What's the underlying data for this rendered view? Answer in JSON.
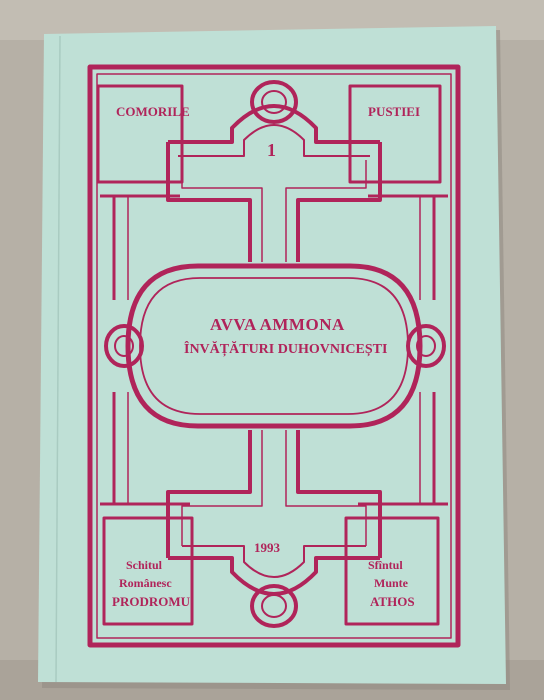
{
  "cover": {
    "series_left": "COMORILE",
    "series_right": "PUSTIEI",
    "volume": "1",
    "title": "AVVA AMMONA",
    "subtitle": "ÎNVĂȚĂTURI DUHOVNICEȘTI",
    "year": "1993",
    "publisher_left": [
      "Schitul",
      "Românesc",
      "PRODROMU"
    ],
    "publisher_right": [
      "Sfîntul",
      "Munte",
      "ATHOS"
    ]
  },
  "colors": {
    "cover_background": "#bfe0d6",
    "ornament": "#b0245a",
    "table_background": "#b8b2a8"
  }
}
